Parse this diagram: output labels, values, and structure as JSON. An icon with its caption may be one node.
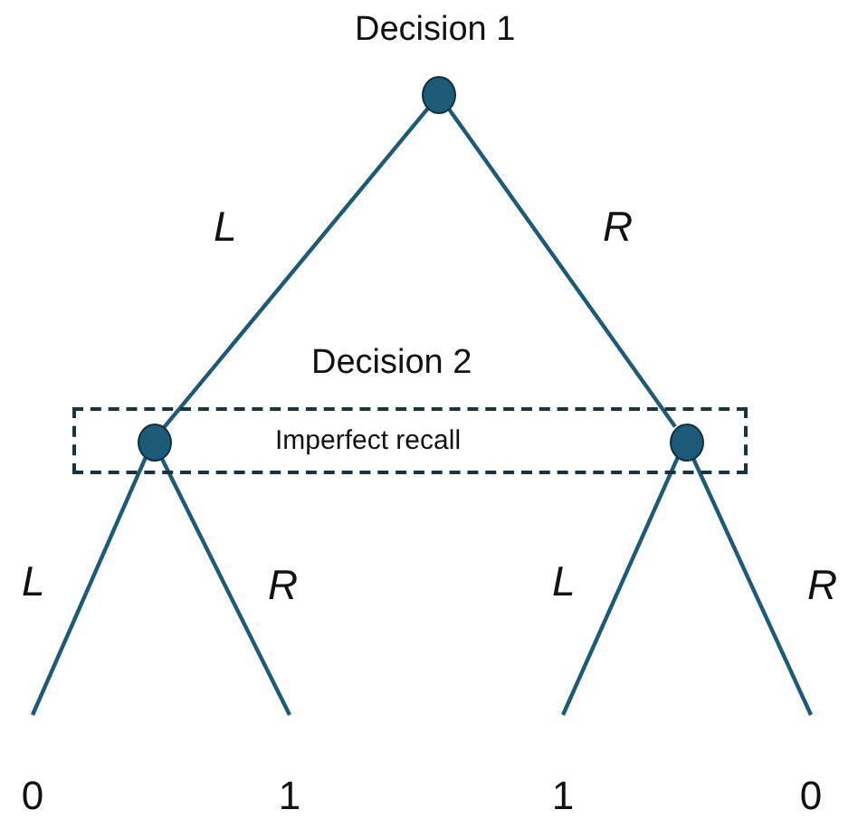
{
  "diagram": {
    "nodes": [
      {
        "text": [],
        "shape": "circle",
        "beside": [
          "Decision 1"
        ]
      },
      {
        "text": [
          "Imperfect recall"
        ],
        "beside": [
          "Decision 2"
        ]
      },
      {
        "text": [],
        "shape": "circle",
        "in": 1
      },
      {
        "text": [],
        "shape": "circle",
        "in": 1
      },
      {
        "text": [
          "0"
        ]
      },
      {
        "text": [
          "1"
        ]
      },
      {
        "text": [
          "1"
        ]
      },
      {
        "text": [
          "0"
        ]
      }
    ],
    "edges": [
      {
        "from": 0,
        "to": 2,
        "arrow": "none",
        "label": "L"
      },
      {
        "from": 0,
        "to": 3,
        "arrow": "none",
        "label": "R"
      },
      {
        "from": 2,
        "to": 4,
        "arrow": "none",
        "label": "L"
      },
      {
        "from": 2,
        "to": 5,
        "arrow": "none",
        "label": "R"
      },
      {
        "from": 3,
        "to": 6,
        "arrow": "none",
        "label": "L"
      },
      {
        "from": 3,
        "to": 7,
        "arrow": "none",
        "label": "R"
      }
    ]
  }
}
